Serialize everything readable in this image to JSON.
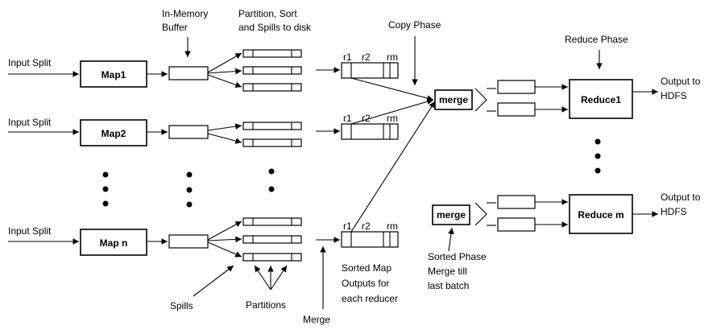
{
  "labels": {
    "input_split_1": "Input Split",
    "input_split_2": "Input Split",
    "input_split_n": "Input Split",
    "map1": "Map1",
    "map2": "Map2",
    "mapn": "Map n",
    "in_memory_line1": "In-Memory",
    "in_memory_line2": "Buffer",
    "partition_line1": "Partition, Sort",
    "partition_line2": "and Spills to disk",
    "copy_phase": "Copy Phase",
    "reduce_phase": "Reduce Phase",
    "merge_top": "merge",
    "merge_bottom": "merge",
    "reduce1": "Reduce1",
    "reducem": "Reduce m",
    "output_top_line1": "Output to",
    "output_top_line2": "HDFS",
    "output_bottom_line1": "Output to",
    "output_bottom_line2": "HDFS",
    "sorted_map_line1": "Sorted Map",
    "sorted_map_line2": "Outputs for",
    "sorted_map_line3": "each reducer",
    "sorted_phase_line1": "Sorted Phase",
    "sorted_phase_line2": "Merge till",
    "sorted_phase_line3": "last batch",
    "spills": "Spills",
    "partitions": "Partitions",
    "merge_label": "Merge",
    "r1_a": "r1",
    "r2_a": "r2",
    "rm_a": "rm",
    "r1_b": "r1",
    "r2_b": "r2",
    "rm_b": "rm",
    "r1_c": "r1",
    "r2_c": "r2",
    "rm_c": "rm"
  }
}
